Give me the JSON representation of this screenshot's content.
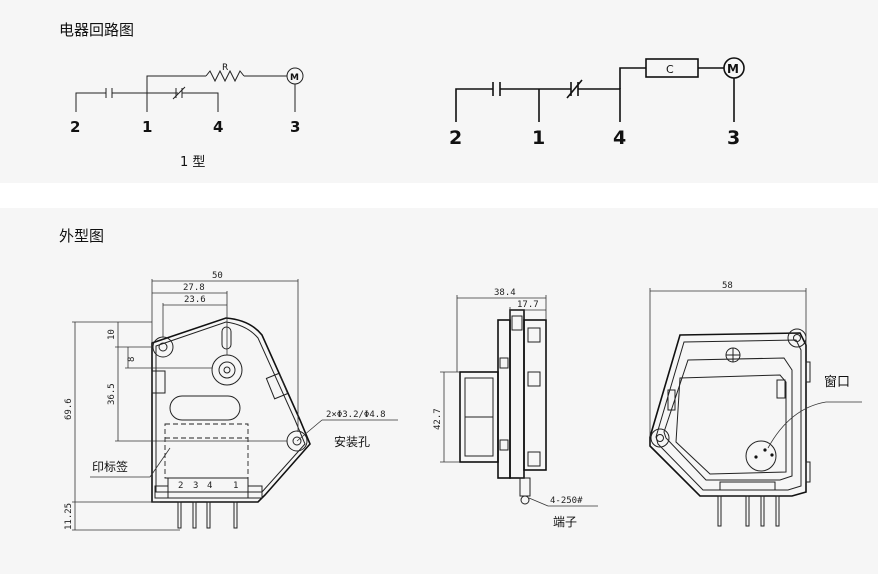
{
  "sections": {
    "circuit_title": "电器回路图",
    "outline_title": "外型图"
  },
  "circuit1": {
    "resistor": "R",
    "motor": "M",
    "pins": [
      "2",
      "1",
      "4",
      "3"
    ],
    "caption": "1 型"
  },
  "circuit2": {
    "capacitor_box": "C",
    "motor": "M",
    "pins": [
      "2",
      "1",
      "4",
      "3"
    ]
  },
  "front_view": {
    "dims": {
      "width_total": "50",
      "width_a": "27.8",
      "width_b": "23.6",
      "height_total": "69.6",
      "top_offset": "10",
      "hole_offset": "8",
      "hole_spacing": "36.5",
      "pin_length": "11.25"
    },
    "hole_note": "2×Φ3.2/Φ4.8",
    "hole_label": "安装孔",
    "label_area": "印标签",
    "pin_numbers": [
      "2",
      "3",
      "4",
      "1"
    ]
  },
  "side_view": {
    "dims": {
      "depth_total": "38.4",
      "depth_a": "17.7",
      "height": "42.7"
    },
    "terminal_note": "4-250#",
    "terminal_label": "端子"
  },
  "back_view": {
    "dims": {
      "width_total": "58"
    },
    "window_label": "窗口"
  }
}
